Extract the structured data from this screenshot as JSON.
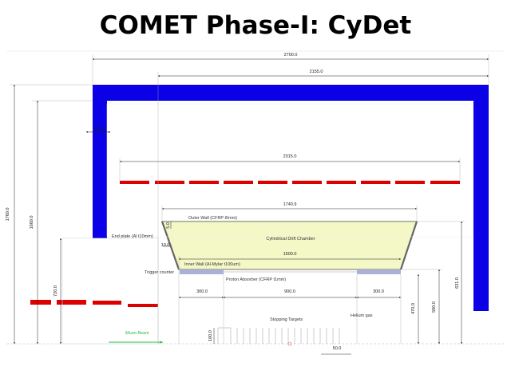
{
  "title": "COMET Phase-I: CyDet",
  "dimensions": {
    "d2700": "2700.0",
    "d2155": "2155.0",
    "d1760": "1760.0",
    "d1660": "1660.0",
    "d100_wall": "100.0",
    "d2315": "2315.0",
    "d1740": "1740.9",
    "d5": "5.0",
    "d10": "10.0",
    "d1500": "1500.0",
    "d720": "720.0",
    "d300a": "300.0",
    "d900": "900.0",
    "d300b": "300.0",
    "d631": "631.0",
    "d500": "500.0",
    "d470": "470.0",
    "d100_target": "100.0",
    "d50": "50.0"
  },
  "labels": {
    "outer_wall": "Outer Wall (CFRP t5mm)",
    "chamber": "Cylindrical Drift Chamber",
    "end_plate": "End plate (Al t10mm)",
    "inner_wall": "Inner Wall (Al-Mylar t100um)",
    "trigger": "Trigger counter",
    "proton_absorber": "Proton Absorber (CFRP t1mm)",
    "helium": "Helium gas",
    "stopping": "Stopping Targets",
    "muon_beam": "Muon Beam"
  },
  "colors": {
    "magnet": "#0b00e6",
    "red_segments": "#dd0000",
    "chamber_fill": "#f4f7c6",
    "trigger": "#aab0d8",
    "beam": "#22bb44"
  }
}
